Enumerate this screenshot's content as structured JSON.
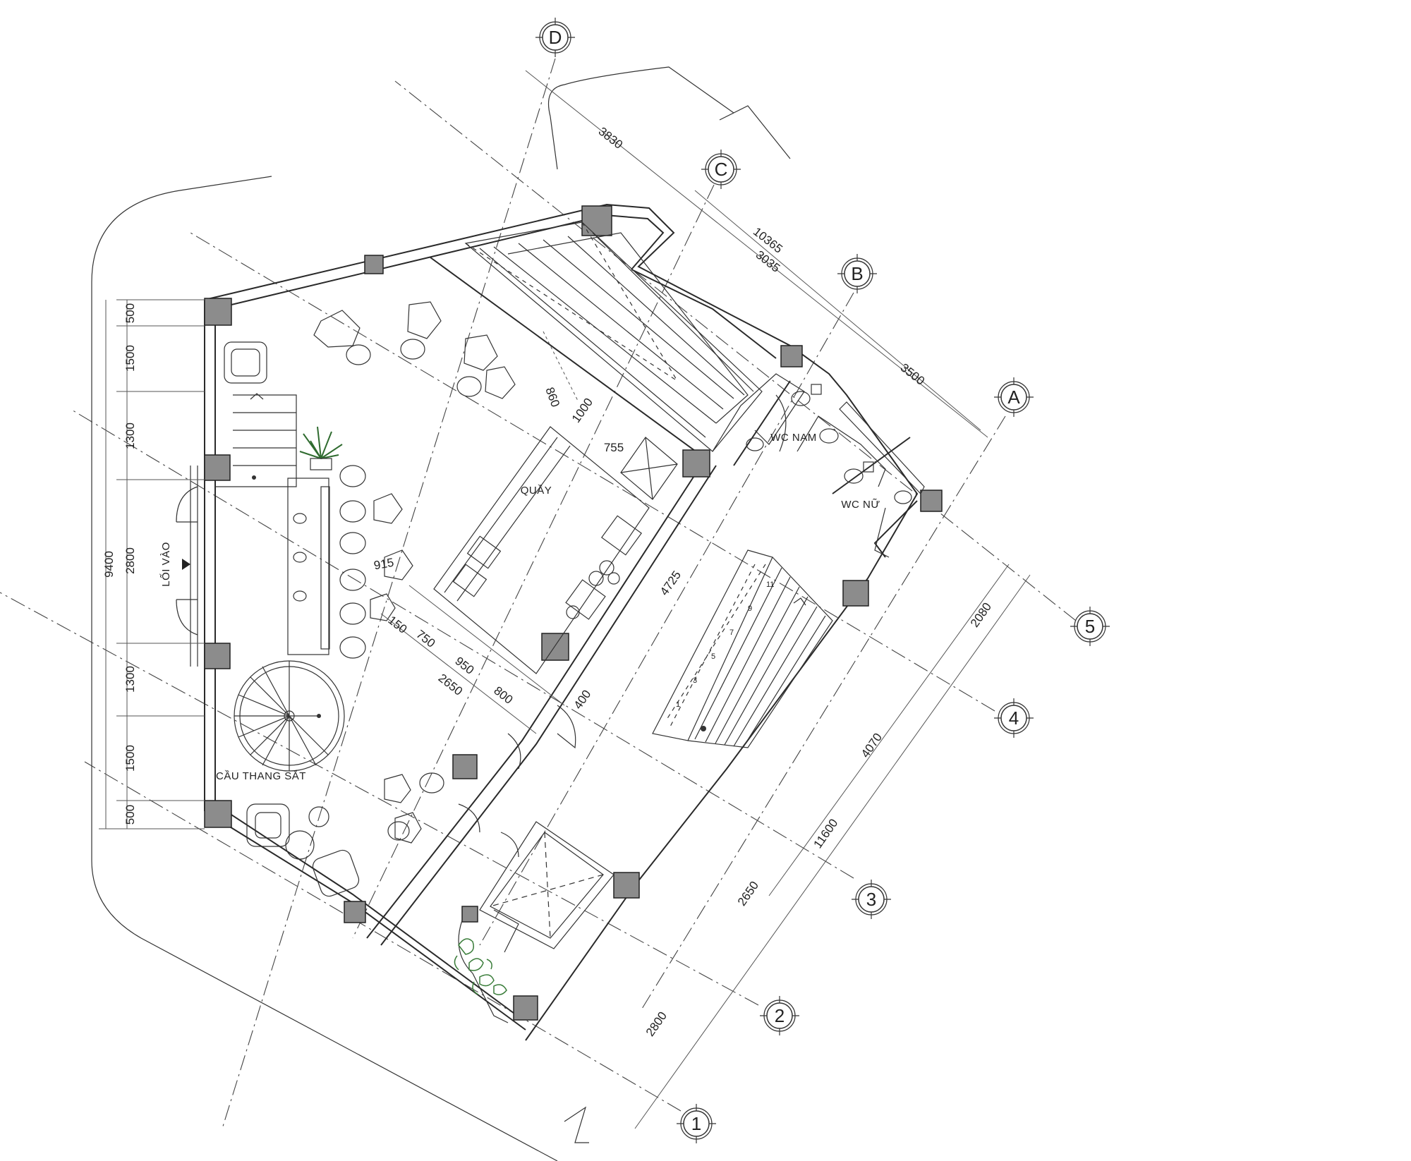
{
  "axes": {
    "letters": [
      {
        "id": "D",
        "label": "D"
      },
      {
        "id": "C",
        "label": "C"
      },
      {
        "id": "B",
        "label": "B"
      },
      {
        "id": "A",
        "label": "A"
      }
    ],
    "numbers": [
      {
        "id": "5",
        "label": "5"
      },
      {
        "id": "4",
        "label": "4"
      },
      {
        "id": "3",
        "label": "3"
      },
      {
        "id": "2",
        "label": "2"
      },
      {
        "id": "1",
        "label": "1"
      }
    ]
  },
  "rooms": {
    "counter": "QUẦY",
    "wc_male": "WC NAM",
    "wc_female": "WC NỮ",
    "spiral_stair": "CẦU THANG SẮT",
    "entrance": "LỐI VÀO"
  },
  "dimensions": {
    "left_segments": [
      "500",
      "1500",
      "1300",
      "2800",
      "1300",
      "1500",
      "500"
    ],
    "left_total": "9400",
    "top_chain": [
      "3830",
      "10365",
      "3035",
      "3500"
    ],
    "right_chain": [
      "2080",
      "4070",
      "11600",
      "2650",
      "2800"
    ],
    "counter_horizontal": [
      "150",
      "750",
      "950",
      "2650",
      "800"
    ],
    "counter_misc": [
      "860",
      "1000",
      "755",
      "915",
      "4725",
      "400"
    ]
  },
  "stair_numbers": [
    "1",
    "3",
    "5",
    "7",
    "9",
    "11"
  ]
}
